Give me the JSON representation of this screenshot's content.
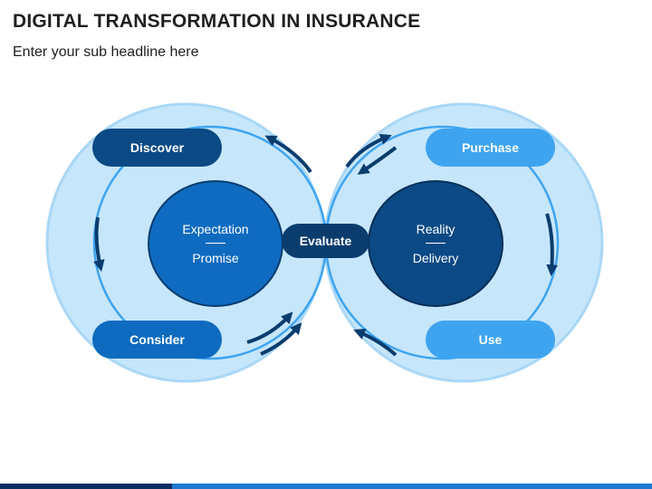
{
  "header": {
    "title": "DIGITAL TRANSFORMATION IN INSURANCE",
    "subtitle": "Enter your sub headline here"
  },
  "stages": {
    "discover": "Discover",
    "consider": "Consider",
    "purchase": "Purchase",
    "use": "Use",
    "evaluate": "Evaluate"
  },
  "left_hub": {
    "top": "Expectation",
    "bottom": "Promise"
  },
  "right_hub": {
    "top": "Reality",
    "bottom": "Delivery"
  },
  "colors": {
    "outer_fill": "#c6e6fb",
    "outer_stroke": "#a9d7f6",
    "inner_ring": "#3ea4f0",
    "hub_left": "#0e6bbf",
    "hub_right": "#0b4a85",
    "arrow": "#0a3c6e"
  }
}
